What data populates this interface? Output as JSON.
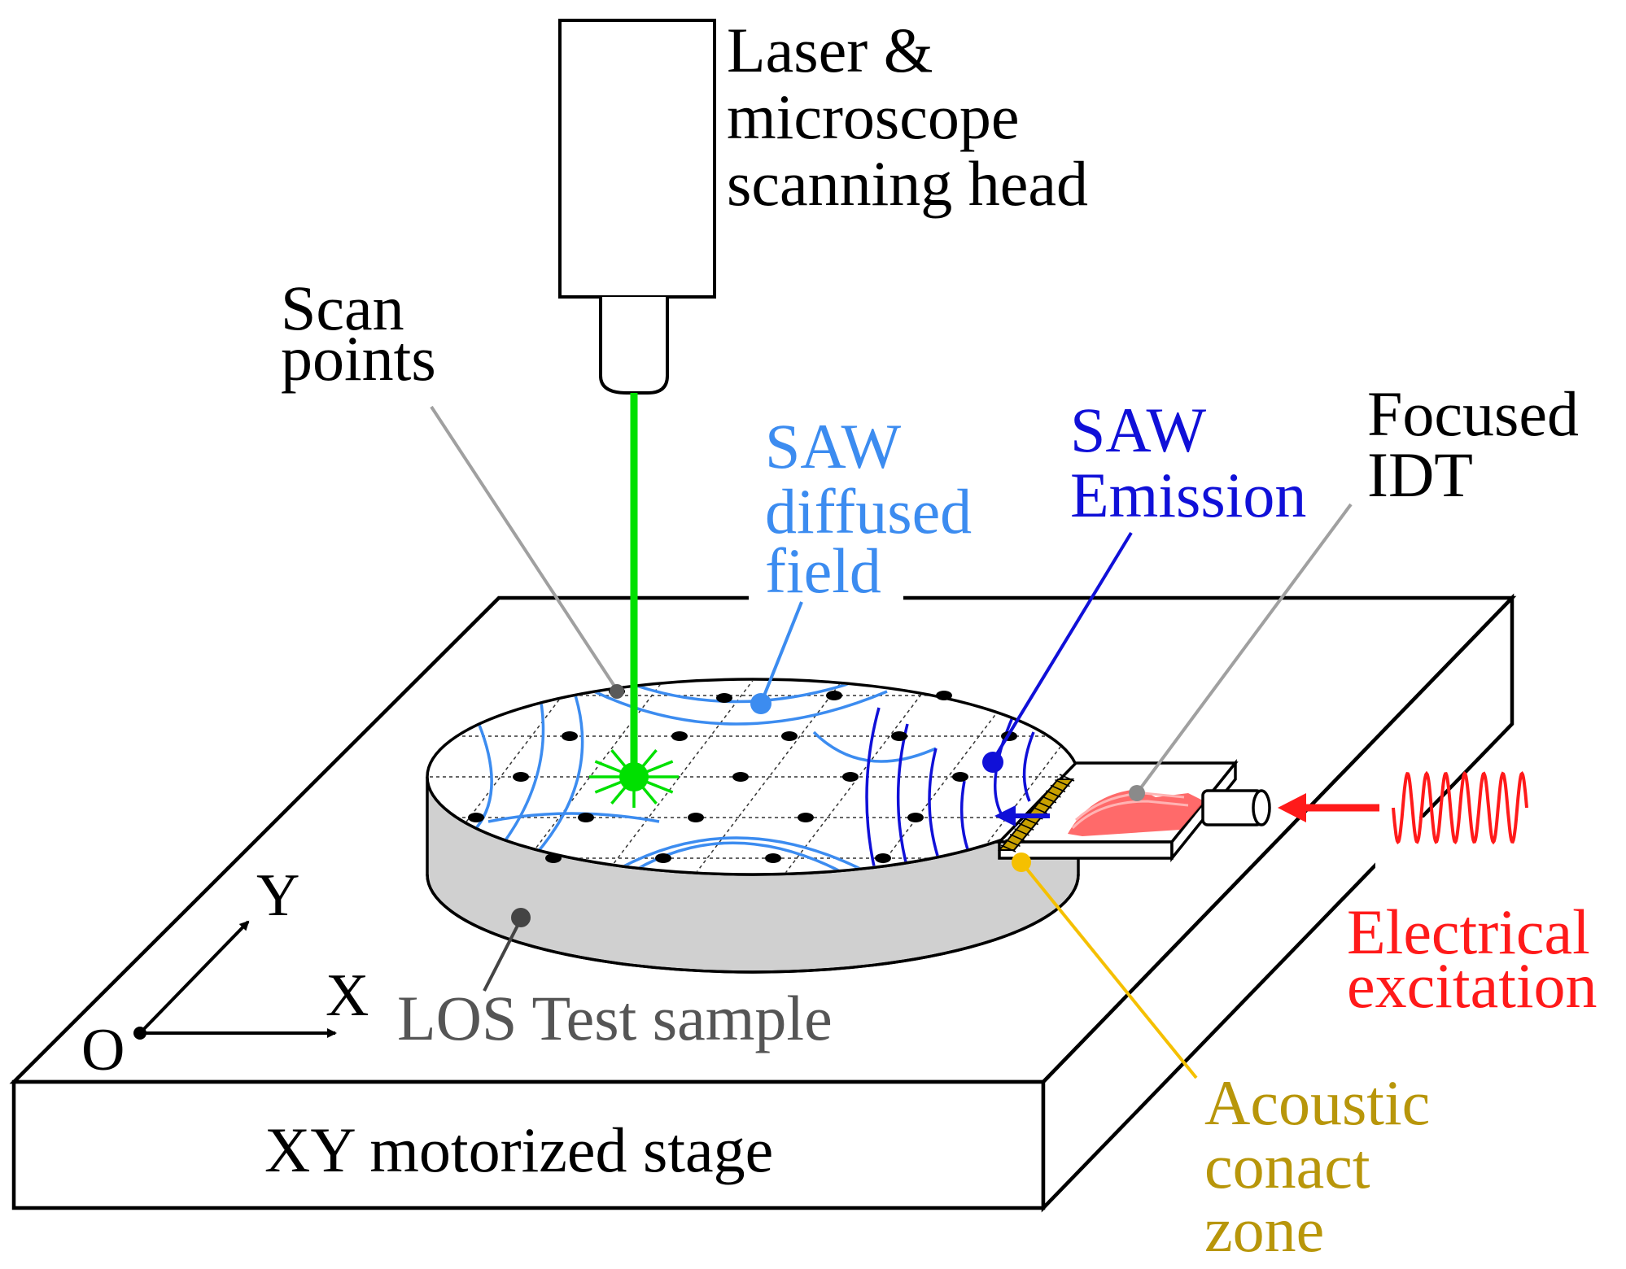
{
  "labels": {
    "head": [
      "Laser &",
      "microscope",
      "scanning head"
    ],
    "scan_points": [
      "Scan",
      "points"
    ],
    "saw_diffused": [
      "SAW",
      "diffused",
      "field"
    ],
    "saw_emission": [
      "SAW",
      "Emission"
    ],
    "focused_idt": [
      "Focused",
      "IDT"
    ],
    "electrical": [
      "Electrical",
      "excitation"
    ],
    "acoustic": [
      "Acoustic",
      "conact",
      "zone"
    ],
    "sample": "LOS Test sample",
    "stage": "XY motorized stage",
    "axis_y": "Y",
    "axis_x": "X",
    "axis_origin": "O"
  },
  "colors": {
    "laser": "#00e000",
    "saw_diffused": "#3c8cf0",
    "saw_emission": "#1010d8",
    "electrical": "#ff1a1a",
    "acoustic_text": "#b8960a",
    "acoustic_line": "#f5c000",
    "sample_text": "#555555",
    "leader_gray": "#a0a0a0",
    "sample_side": "#d0d0d0"
  }
}
